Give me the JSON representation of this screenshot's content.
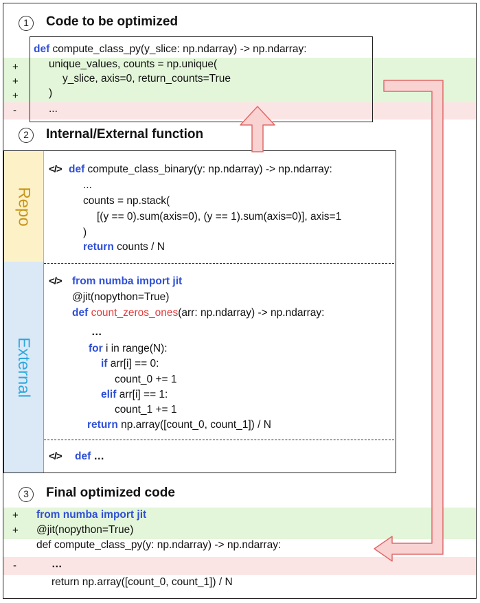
{
  "sections": {
    "s1": {
      "number": "1",
      "title": "Code to be optimized"
    },
    "s2": {
      "number": "2",
      "title": "Internal/External function"
    },
    "s3": {
      "number": "3",
      "title": "Final optimized code"
    }
  },
  "code1": {
    "l1_kw": "def",
    "l1_rest": " compute_class_py(y_slice: np.ndarray) -> np.ndarray:",
    "l2": "unique_values, counts = np.unique(",
    "l3": "y_slice, axis=0, return_counts=True",
    "l4": ")",
    "l5": "...",
    "markers": [
      "+",
      "+",
      "+",
      "-"
    ]
  },
  "labels": {
    "repo": "Repo",
    "external": "External"
  },
  "repo_code": {
    "icon": "</>",
    "l1_kw": "def",
    "l1_rest": " compute_class_binary(y: np.ndarray) -> np.ndarray:",
    "l2": "...",
    "l3": "counts = np.stack(",
    "l4": "[(y == 0).sum(axis=0), (y == 1).sum(axis=0)], axis=1",
    "l5": ")",
    "l6_kw": "return",
    "l6_rest": " counts / N"
  },
  "ext_code": {
    "icon": "</>",
    "l1_kw": "from numba import jit",
    "l2": "@jit(nopython=True)",
    "l3_kw": "def",
    "l3_fn": "count_zeros_ones",
    "l3_rest": "(arr: np.ndarray) -> np.ndarray:",
    "l4": "…",
    "l5_kw": "for",
    "l5_rest": " i in range(N):",
    "l6_kw": "if",
    "l6_rest": " arr[i] == 0:",
    "l7": "count_0 += 1",
    "l8_kw": "elif",
    "l8_rest": " arr[i] == 1:",
    "l9": "count_1 += 1",
    "l10_kw": "return",
    "l10_rest": " np.array([count_0, count_1]) / N"
  },
  "more_code": {
    "icon": "</>",
    "kw": "def",
    "rest": " …"
  },
  "final_code": {
    "l1_kw": "from numba import jit",
    "l2": "@jit(nopython=True)",
    "l3": "def compute_class_py(y: np.ndarray) -> np.ndarray:",
    "l4": "…",
    "l5": "return np.array([count_0, count_1]) / N",
    "markers": [
      "+",
      "+",
      "-"
    ]
  },
  "colors": {
    "added": "#e3f6d9",
    "removed": "#fbe4e4",
    "keyword": "#2f4fd6",
    "highlight_fn": "#e23b3b",
    "arrow_fill": "#f9d2d2",
    "arrow_stroke": "#e06a6a",
    "repo_bg": "#fdf1c8",
    "external_bg": "#dbe8f6"
  }
}
